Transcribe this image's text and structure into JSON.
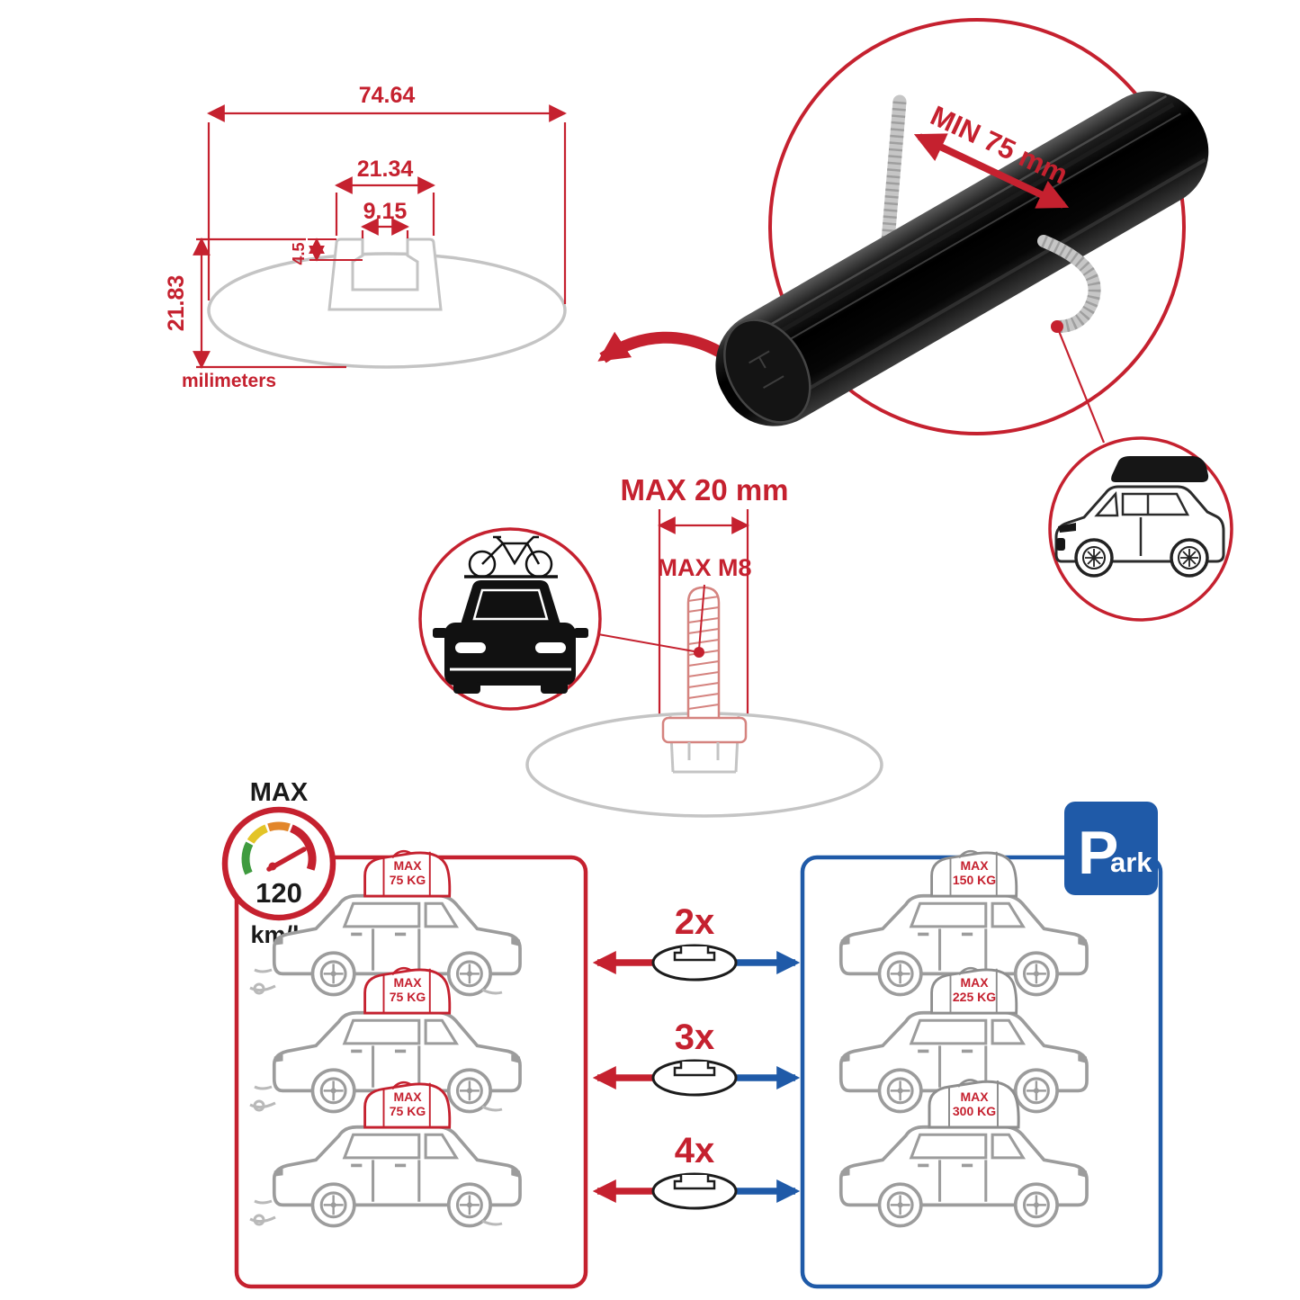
{
  "colors": {
    "accent_red": "#c5212f",
    "accent_blue": "#1f5aa8",
    "bar_black": "#0a0a0a",
    "profile_gray": "#c4c4c4",
    "car_line_gray": "#9c9c9c"
  },
  "profile_drawing": {
    "width_total": "74.64",
    "channel_outer_width": "21.34",
    "slot_opening": "9.15",
    "lip_depth": "4.5",
    "height_total": "21.83",
    "units_label": "milimeters"
  },
  "crossbar_closeup": {
    "min_span_label": "MIN 75 mm"
  },
  "bolt_detail": {
    "max_length_label": "MAX 20 mm",
    "max_thread_label": "MAX M8"
  },
  "speed_limit": {
    "title": "MAX",
    "value": "120",
    "units": "km/h"
  },
  "driving_panel": {
    "cars": [
      {
        "bag_line1": "MAX",
        "bag_line2": "75 KG"
      },
      {
        "bag_line1": "MAX",
        "bag_line2": "75 KG"
      },
      {
        "bag_line1": "MAX",
        "bag_line2": "75 KG"
      }
    ]
  },
  "multipliers": [
    "2x",
    "3x",
    "4x"
  ],
  "parked_panel": {
    "sign_letter": "P",
    "sign_rest": "ark",
    "cars": [
      {
        "bag_line1": "MAX",
        "bag_line2": "150 KG"
      },
      {
        "bag_line1": "MAX",
        "bag_line2": "225 KG"
      },
      {
        "bag_line1": "MAX",
        "bag_line2": "300 KG"
      }
    ]
  },
  "icons": {
    "speedometer": "circular gauge, colored arc, red needle",
    "parking_sign": "blue rounded square with white P",
    "bike_on_car": "front-view car with bicycle on roof",
    "suv_with_roofbox": "side-view suv with black cargo box",
    "crossbar_profile": "ellipse with t-slot channel"
  }
}
